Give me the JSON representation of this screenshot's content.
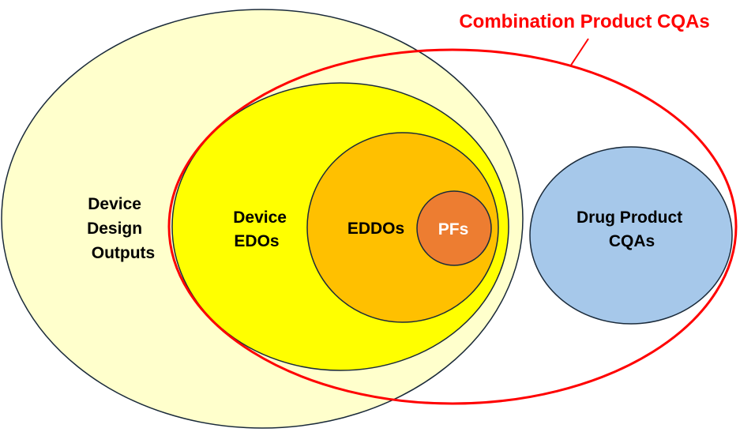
{
  "title": "Combination Product CQAs",
  "sets": {
    "device_design_outputs": {
      "lines": [
        "Device",
        "Design",
        "Outputs"
      ],
      "color": "#FFFFCC"
    },
    "device_edos": {
      "lines": [
        "Device",
        "EDOs"
      ],
      "color": "#FFFF00"
    },
    "eddos": {
      "label": "EDDOs",
      "color": "#FFC000"
    },
    "pfs": {
      "label": "PFs",
      "color": "#ED7D31"
    },
    "drug_product_cqas": {
      "lines": [
        "Drug Product",
        "CQAs"
      ],
      "color": "#A6C8EA"
    }
  },
  "colors": {
    "outline": "#1a2a3a",
    "combination": "#FF0000"
  }
}
